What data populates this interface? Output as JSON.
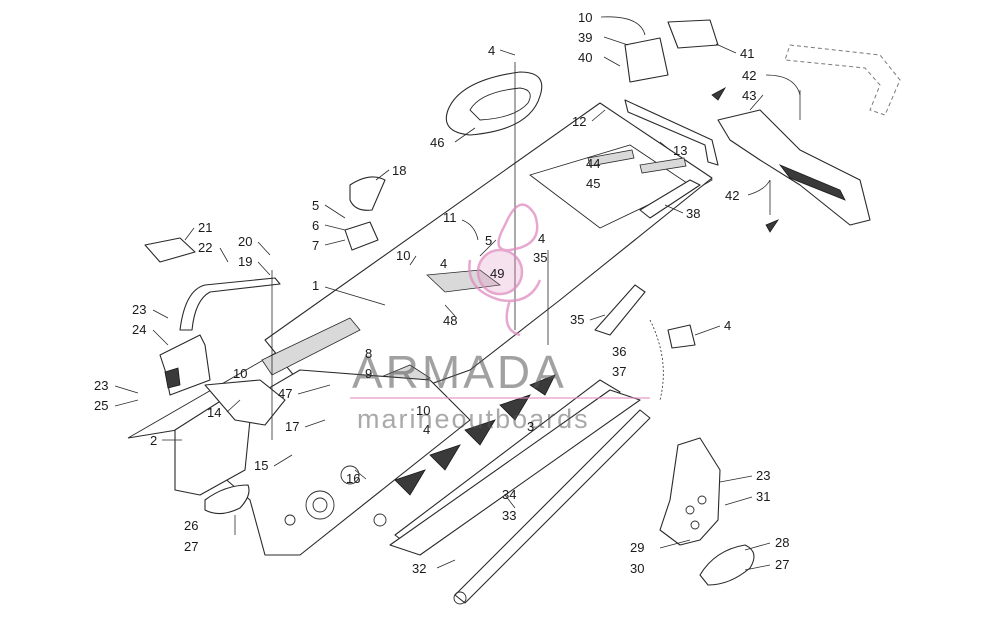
{
  "diagram": {
    "callouts": [
      "1",
      "2",
      "3",
      "4",
      "5",
      "6",
      "7",
      "8",
      "9",
      "10",
      "11",
      "12",
      "13",
      "14",
      "15",
      "16",
      "17",
      "18",
      "19",
      "20",
      "21",
      "22",
      "23",
      "24",
      "25",
      "26",
      "27",
      "28",
      "29",
      "30",
      "31",
      "32",
      "33",
      "34",
      "35",
      "36",
      "37",
      "38",
      "39",
      "40",
      "41",
      "42",
      "43",
      "44",
      "45",
      "46",
      "47",
      "48",
      "49"
    ],
    "colors": {
      "line": "#2a2a2a",
      "watermark_pink": "#e08cc0",
      "watermark_text": "#555555",
      "background": "#ffffff"
    }
  },
  "watermark": {
    "brand": "ARMADA",
    "tagline": "marineoutboards"
  }
}
